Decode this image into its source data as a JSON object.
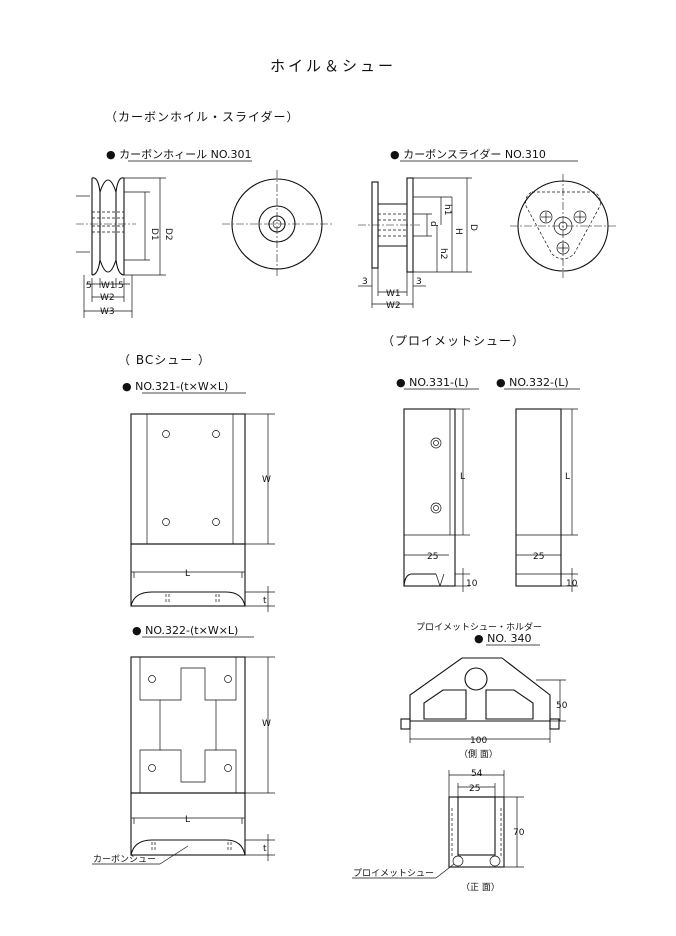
{
  "page_title": "ホイル＆シュー",
  "carbon_section": {
    "heading": "（カーボンホイル・スライダー）",
    "wheel": {
      "label": "● カーボンホィール NO.301",
      "dims": {
        "d1": "D1",
        "d2": "D2",
        "s_left": "5",
        "w1": "W1",
        "s_right": "5",
        "w2": "W2",
        "w3": "W3"
      }
    },
    "slider": {
      "label": "● カーボンスライダー NO.310",
      "dims": {
        "d": "d",
        "h1": "h1",
        "h2": "h2",
        "h": "H",
        "D": "D",
        "t_left": "3",
        "t_right": "3",
        "w1": "W1",
        "w2": "W2"
      }
    }
  },
  "bc_section": {
    "heading": "（ BCシュー ）",
    "no321": {
      "label": "● NO.321-(t×W×L)",
      "dims": {
        "w": "W",
        "l": "L",
        "t": "t"
      }
    },
    "no322": {
      "label": "● NO.322-(t×W×L)",
      "dims": {
        "w": "W",
        "l": "L",
        "t": "t"
      },
      "callout": "カーボンシュー"
    }
  },
  "proimet_section": {
    "heading": "（プロイメットシュー）",
    "no331": {
      "label": "● NO.331-(L)",
      "dims": {
        "l": "L",
        "w": "25",
        "t": "10"
      }
    },
    "no332": {
      "label": "● NO.332-(L)",
      "dims": {
        "l": "L",
        "w": "25",
        "t": "10"
      }
    },
    "holder": {
      "title": "プロイメットシュー・ホルダー",
      "label": "● NO. 340",
      "side": {
        "height": "50",
        "width": "100",
        "caption": "（側 面）"
      },
      "front": {
        "outer": "54",
        "inner": "25",
        "height": "70",
        "callout": "プロイメットシュー",
        "caption": "（正 面）"
      }
    }
  }
}
